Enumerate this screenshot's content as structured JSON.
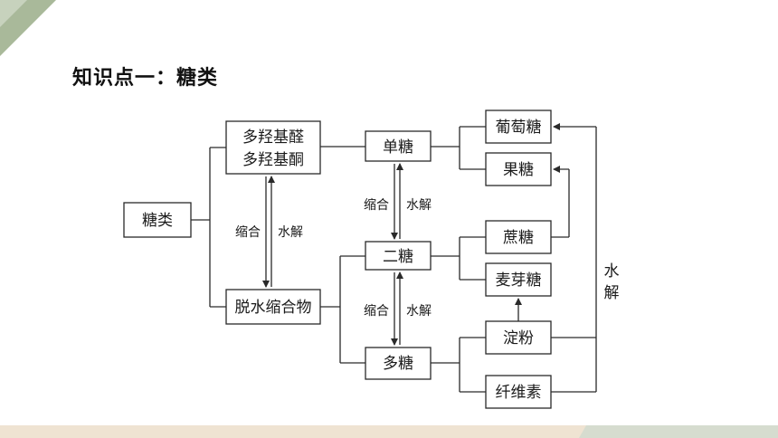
{
  "header": {
    "title": "知识点一：糖类"
  },
  "colors": {
    "accent": "#a9b99a",
    "footer_band": "#efe3d2",
    "line": "#2a2a2a"
  },
  "diagram": {
    "root": "糖类",
    "aldehyde_line1": "多羟基醛",
    "aldehyde_line2": "多羟基酮",
    "condensate": "脱水缩合物",
    "mono": "单糖",
    "di": "二糖",
    "poly": "多糖",
    "glucose": "葡萄糖",
    "fructose": "果糖",
    "sucrose": "蔗糖",
    "maltose": "麦芽糖",
    "starch": "淀粉",
    "cellulose": "纤维素",
    "condense": "缩合",
    "hydrolysis": "水解",
    "hydrolysis_vertical_1": "水",
    "hydrolysis_vertical_2": "解"
  }
}
